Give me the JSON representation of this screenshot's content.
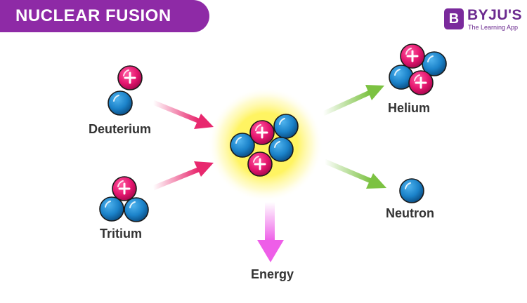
{
  "title": "NUCLEAR FUSION",
  "brand": {
    "mark": "B",
    "name": "BYJU'S",
    "tagline": "The Learning App"
  },
  "labels": {
    "deuterium": "Deuterium",
    "tritium": "Tritium",
    "helium": "Helium",
    "neutron": "Neutron",
    "energy": "Energy"
  },
  "colors": {
    "banner": "#8e2aa6",
    "proton": "#e5166f",
    "neutron": "#1b82c9",
    "input_arrow": "#e8286e",
    "output_arrow": "#7cc242",
    "energy_arrow": "#ee5ee8",
    "energy_glow": "#fff35a",
    "brand": "#6b2a8f"
  },
  "icons": {
    "proton": "plus-sign-sphere",
    "neutron": "plain-sphere"
  }
}
